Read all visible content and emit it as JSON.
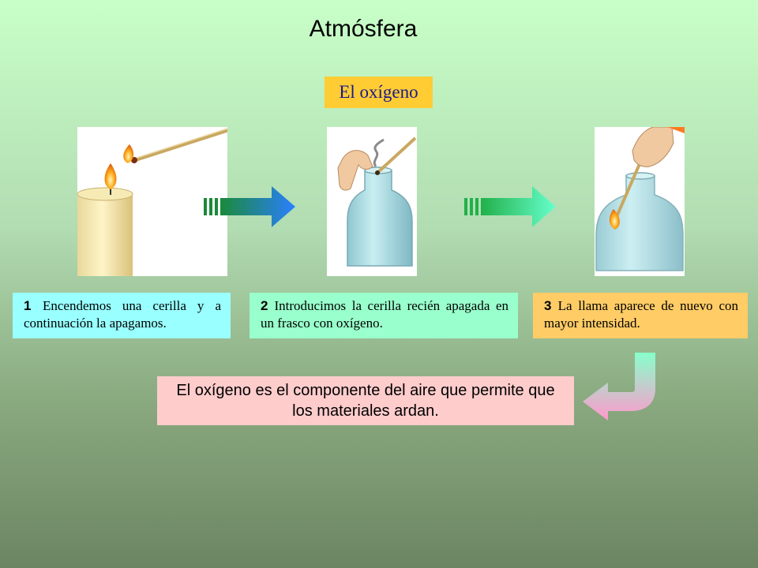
{
  "title": "Atmósfera",
  "subtitle": "El oxígeno",
  "steps": [
    {
      "number": "1",
      "text": "Encendemos una cerilla y a continuación la apagamos."
    },
    {
      "number": "2",
      "text": "Introducimos la cerilla recién apagada en un frasco con oxígeno."
    },
    {
      "number": "3",
      "text": "La llama aparece de nuevo con mayor intensidad."
    }
  ],
  "conclusion": "El oxígeno es el componente del aire que permite que los materiales ardan.",
  "images": [
    {
      "icon": "lit-candle-and-match-icon"
    },
    {
      "icon": "extinguished-match-in-flask-icon"
    },
    {
      "icon": "relit-match-in-flask-icon"
    }
  ],
  "colors": {
    "subtitle_bg": "#ffcc33",
    "step1_bg": "#99ffff",
    "step2_bg": "#99ffcc",
    "step3_bg": "#ffcc66",
    "conclusion_bg": "#ffcccc"
  }
}
